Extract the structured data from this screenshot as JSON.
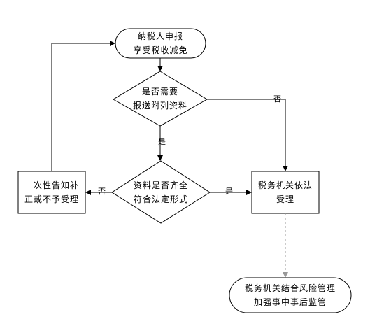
{
  "nodes": {
    "start": {
      "line1": "纳税人申报",
      "line2": "享受税收减免"
    },
    "decision_docs": {
      "line1": "是否需要",
      "line2": "报送附列资料"
    },
    "decision_form": {
      "line1": "资料是否齐全",
      "line2": "符合法定形式"
    },
    "notify": {
      "line1": "一次性告知补",
      "line2": "正或不予受理"
    },
    "accept": {
      "line1": "税务机关依法",
      "line2": "受理"
    },
    "end": {
      "line1": "税务机关结合风险管理",
      "line2": "加强事中事后监管"
    }
  },
  "edge_labels": {
    "docs_no": "否",
    "docs_yes": "是",
    "form_no": "否",
    "form_yes": "是"
  },
  "colors": {
    "stroke": "#000000",
    "dashed": "#999999",
    "background": "#ffffff"
  }
}
